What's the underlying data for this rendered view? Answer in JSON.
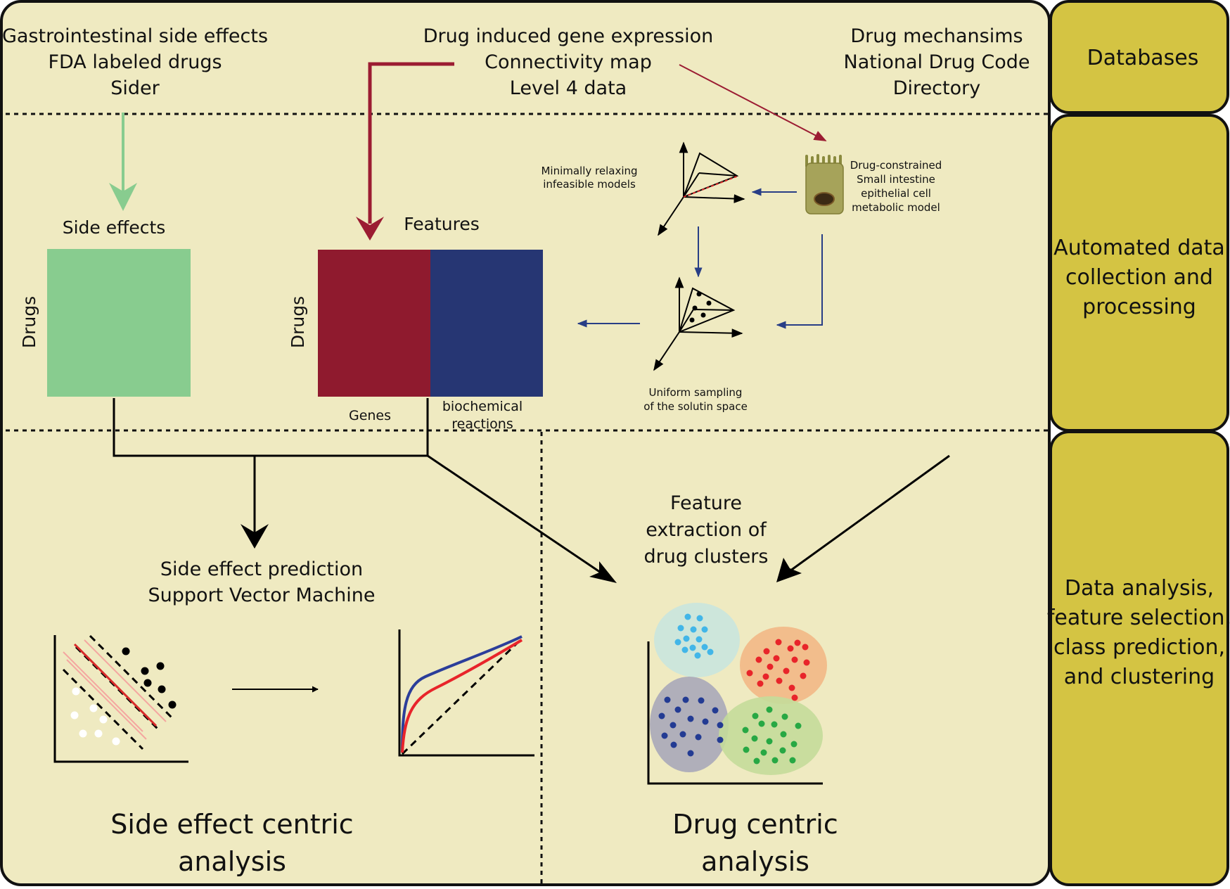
{
  "sources": {
    "left": [
      "Gastrointestinal side effects",
      "FDA labeled drugs",
      "Sider"
    ],
    "middle": [
      "Drug induced gene expression",
      "Connectivity map",
      "Level 4 data"
    ],
    "right": [
      "Drug mechansims",
      "National Drug Code",
      "Directory"
    ]
  },
  "side_effects_matrix": {
    "title": "Side effects",
    "row_label": "Drugs"
  },
  "features_matrix": {
    "title": "Features",
    "row_label": "Drugs",
    "col1": "Genes",
    "col2": [
      "biochemical",
      "reactions"
    ]
  },
  "model": {
    "relax_label": [
      "Minimally relaxing",
      "infeasible models"
    ],
    "cell_label": [
      "Drug-constrained",
      "Small intestine",
      "epithelial cell",
      "metabolic model"
    ],
    "sampling_label": [
      "Uniform sampling",
      "of the solutin space"
    ]
  },
  "analysis": {
    "svm_label": [
      "Side effect prediction",
      "Support Vector Machine"
    ],
    "cluster_label": [
      "Feature",
      "extraction of",
      "drug clusters"
    ],
    "left_title": [
      "Side effect centric",
      "analysis"
    ],
    "right_title": [
      "Drug centric",
      "analysis"
    ]
  },
  "sidebar": {
    "databases": "Databases",
    "automated": [
      "Automated data",
      "collection and",
      "processing"
    ],
    "analysis": [
      "Data analysis,",
      "feature selection,",
      "class prediction,",
      "and clustering"
    ]
  },
  "colors": {
    "panel": "#efeac1",
    "sidebar": "#d4c443",
    "green": "#88cc8f",
    "gene_red": "#8f1a2e",
    "reaction_blue": "#263673",
    "arrow_red": "#9b1c32",
    "arrow_blue": "#283e86",
    "cluster_cyan": "#42b6e8",
    "cluster_red": "#e8242a",
    "cluster_navy": "#233b93",
    "cluster_green": "#27a844"
  }
}
